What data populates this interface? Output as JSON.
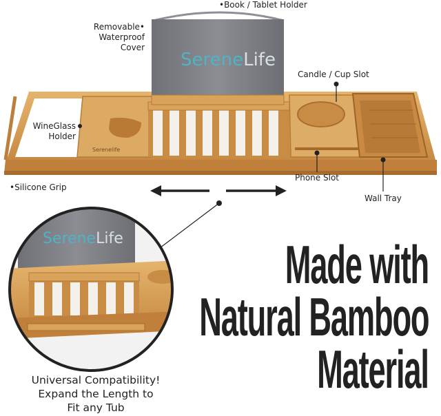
{
  "brand": {
    "name_part1": "Serene",
    "name_part2": "Life",
    "tray_engraving": "Serenelife"
  },
  "callouts": {
    "book_holder": "•Book / Tablet Holder",
    "cover_line1": "Removable",
    "cover_line2": "Waterproof",
    "cover_line3": "Cover",
    "candle": "Candle / Cup Slot",
    "wineglass_line1": "WineGlass",
    "wineglass_line2": "Holder",
    "phone": "Phone Slot",
    "grip": "•Silicone Grip",
    "wall_tray": "Wall Tray"
  },
  "headline": {
    "line1": "Made with",
    "line2": "Natural Bamboo",
    "line3": "Material"
  },
  "caption": {
    "line1": "Universal Compatibility!",
    "line2": "Expand the Length to",
    "line3": "Fit any Tub"
  },
  "colors": {
    "bamboo": "#d9a35a",
    "bamboo_dark": "#b87a35",
    "bamboo_light": "#ebc58c",
    "cover": "#7d7f84",
    "logo_teal": "#4fb3c8",
    "text": "#222222"
  }
}
